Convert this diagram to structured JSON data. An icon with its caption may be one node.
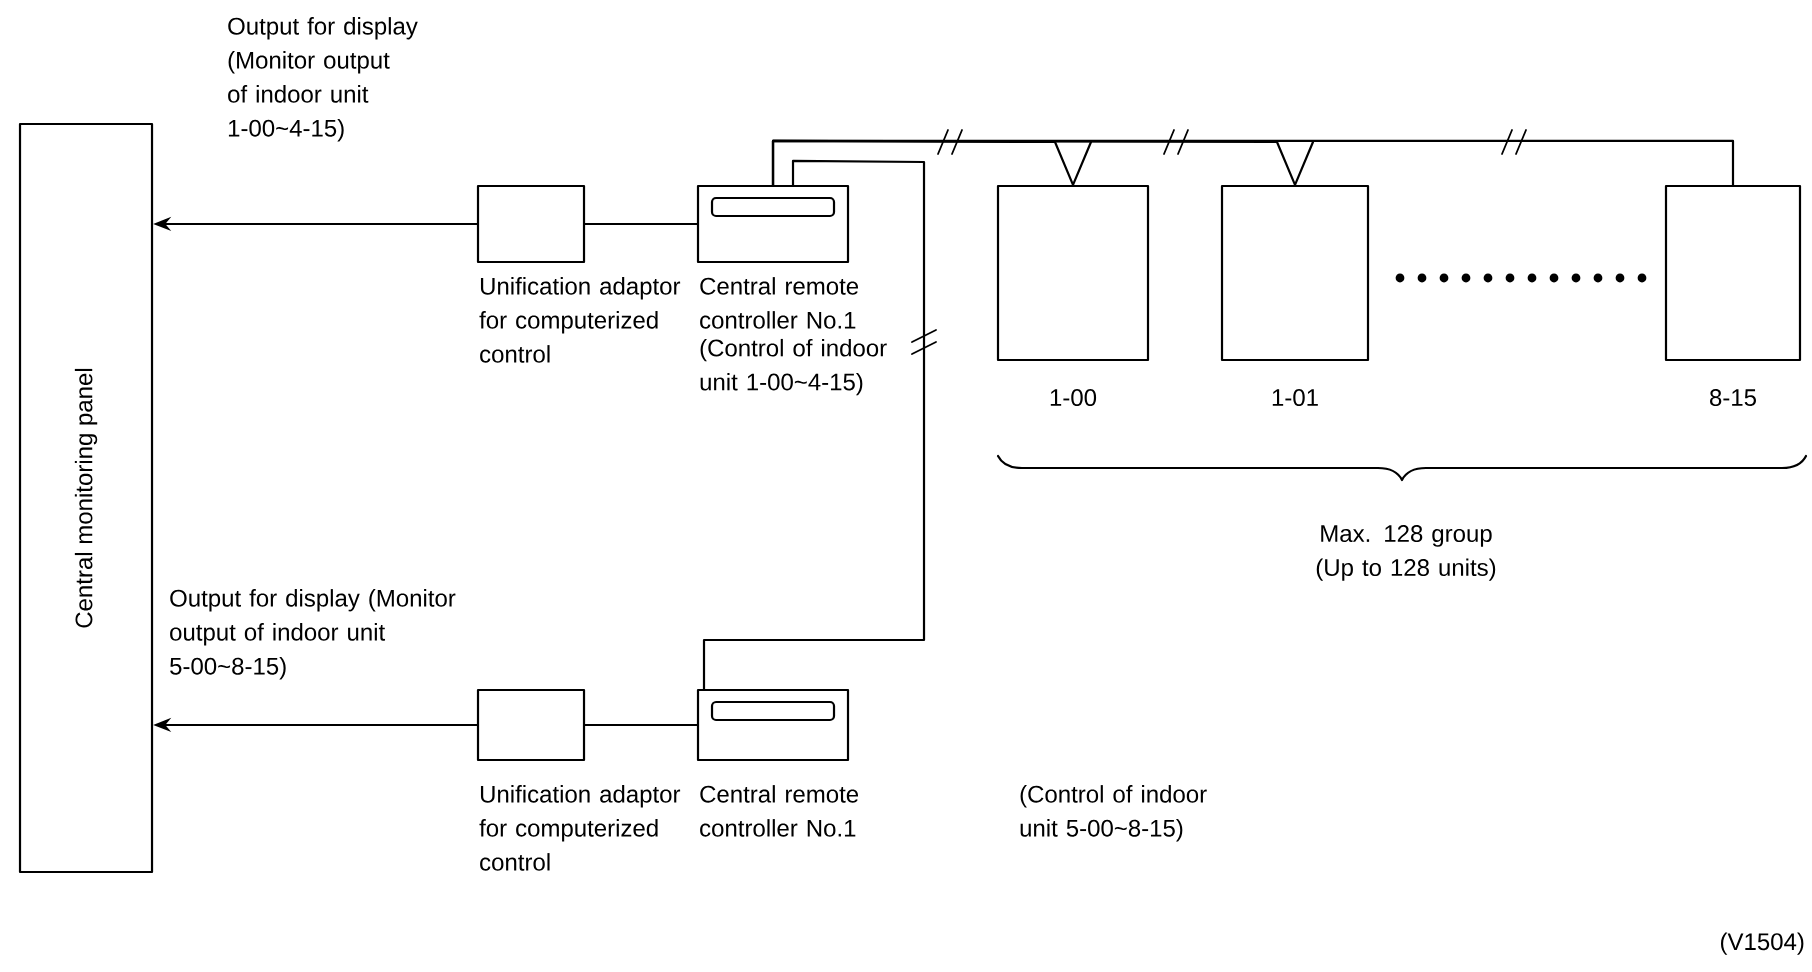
{
  "diagram": {
    "nodes": [
      {
        "text": [
          "Central monitoring panel"
        ]
      },
      {
        "text": [
          "Unification adaptor for computerized control"
        ]
      },
      {
        "text": [
          "Central remote controller No.1",
          "(Control of indoor unit 1-00~4-15)"
        ]
      },
      {
        "text": [
          "1-00"
        ]
      },
      {
        "text": [
          "1-01"
        ]
      },
      {
        "text": [
          "8-15"
        ]
      },
      {
        "text": [
          "Unification adaptor for computerized control"
        ]
      },
      {
        "text": [
          "Central remote controller No.1"
        ]
      }
    ],
    "edges": [
      {
        "from": 1,
        "to": 0,
        "arrow": "to",
        "label": "Output for display (Monitor output of indoor unit 1-00~4-15)"
      },
      {
        "from": 2,
        "to": 1,
        "arrow": "none"
      },
      {
        "from": 2,
        "to": 3,
        "arrow": "none"
      },
      {
        "from": 2,
        "to": 4,
        "arrow": "none"
      },
      {
        "from": 2,
        "to": 5,
        "arrow": "none"
      },
      {
        "from": 2,
        "to": 7,
        "arrow": "none"
      },
      {
        "from": 7,
        "to": 6,
        "arrow": "none"
      },
      {
        "from": 6,
        "to": 0,
        "arrow": "to",
        "label": "Output for display (Monitor output of indoor unit 5-00~8-15)"
      }
    ],
    "labels": [
      "Max. 128 group (Up to 128 units)",
      "(Control of indoor unit 5-00~8-15)",
      "(V1504)"
    ]
  }
}
